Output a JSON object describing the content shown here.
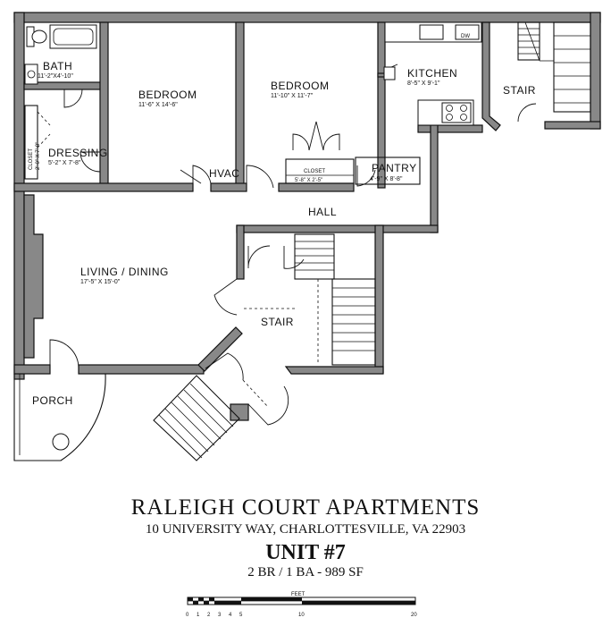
{
  "rooms": {
    "bath": {
      "name": "BATH",
      "dims": "11'-2\"X4'-10\""
    },
    "closet_side": {
      "name": "CLOSET",
      "dims": "2'-0\" X 7'-8\""
    },
    "dressing": {
      "name": "DRESSING",
      "dims": "5'-2\" X 7'-8\""
    },
    "bedroom1": {
      "name": "BEDROOM",
      "dims": "11'-6\" X 14'-6\""
    },
    "bedroom2": {
      "name": "BEDROOM",
      "dims": "11'-10\" X 11'-7\""
    },
    "hvac": {
      "name": "HVAC"
    },
    "closet_hall": {
      "name": "CLOSET",
      "dims": "5'-8\" X 2'-5\""
    },
    "kitchen": {
      "name": "KITCHEN",
      "dims": "8'-5\" X 9'-1\""
    },
    "dw": {
      "name": "DW"
    },
    "pantry": {
      "name": "PANTRY",
      "dims": "4'-9\" X 8'-8\""
    },
    "stair_upper": {
      "name": "STAIR"
    },
    "hall": {
      "name": "HALL"
    },
    "living": {
      "name": "LIVING / DINING",
      "dims": "17'-5\" X 15'-0\""
    },
    "stair_center": {
      "name": "STAIR"
    },
    "porch": {
      "name": "PORCH"
    }
  },
  "titles": {
    "building": "RALEIGH COURT APARTMENTS",
    "address": "10 UNIVERSITY WAY, CHARLOTTESVILLE, VA 22903",
    "unit": "UNIT #7",
    "stats": "2 BR / 1 BA - 989 SF"
  },
  "scale": {
    "unit_label": "FEET",
    "ticks": [
      "0",
      "1",
      "2",
      "3",
      "4",
      "5",
      "10",
      "20"
    ]
  }
}
